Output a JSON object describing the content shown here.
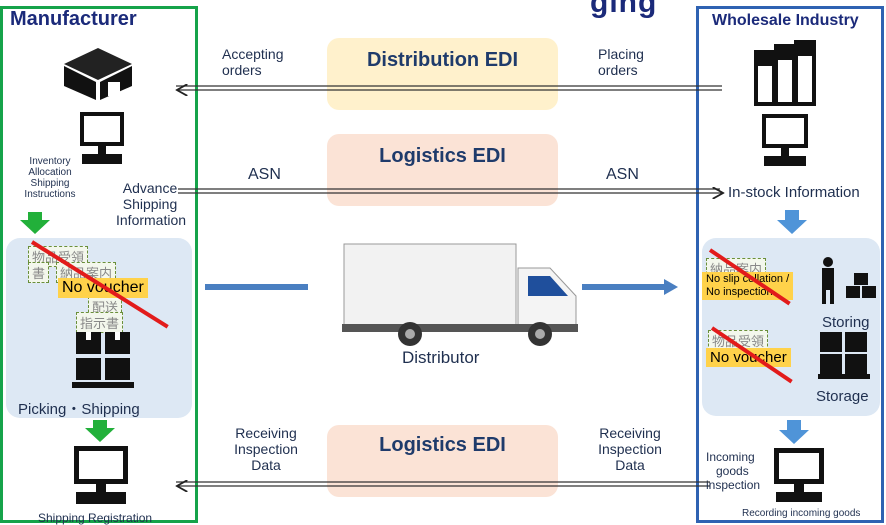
{
  "titles": {
    "top_cut": "ging",
    "manufacturer": "Manufacturer",
    "wholesale": "Wholesale Industry"
  },
  "edi": {
    "distribution": "Distribution EDI",
    "logistics_top": "Logistics EDI",
    "logistics_bottom": "Logistics EDI"
  },
  "labels": {
    "accepting_1": "Accepting",
    "accepting_2": "orders",
    "placing_1": "Placing",
    "placing_2": "orders",
    "asn_left": "ASN",
    "asn_right": "ASN",
    "advance_1": "Advance",
    "advance_2": "Shipping",
    "advance_3": "Information",
    "inventory_1": "Inventory",
    "inventory_2": "Allocation",
    "inventory_3": "Shipping",
    "inventory_4": "Instructions",
    "instock": "In-stock Information",
    "distributor": "Distributor",
    "picking": "Picking・Shipping",
    "shipping_reg": "Shipping Registration",
    "recv_left_1": "Receiving",
    "recv_left_2": "Inspection",
    "recv_left_3": "Data",
    "recv_right_1": "Receiving",
    "recv_right_2": "Inspection",
    "recv_right_3": "Data",
    "incoming_1": "Incoming",
    "incoming_2": "goods",
    "incoming_3": "inspection",
    "recording": "Recording incoming goods",
    "storing": "Storing",
    "storage": "Storage"
  },
  "badges": {
    "no_voucher_left": "No voucher",
    "no_slip_1": "No slip collation /",
    "no_slip_2": "No inspection",
    "no_voucher_right": "No voucher"
  },
  "slips": {
    "left_1": "物品受領",
    "left_2": "書",
    "left_3": "納品案内",
    "left_4": "配送",
    "left_5": "指示書",
    "right_1": "納品案内",
    "right_2": "物品受領"
  },
  "colors": {
    "manufacturer_border": "#16a34a",
    "wholesale_border": "#2f62b2",
    "distribution_box": "#fff1cc",
    "logistics_box": "#fbe3d6",
    "process_area": "#dde8f4",
    "badge": "#ffd24a",
    "cross": "#e21b1b"
  }
}
